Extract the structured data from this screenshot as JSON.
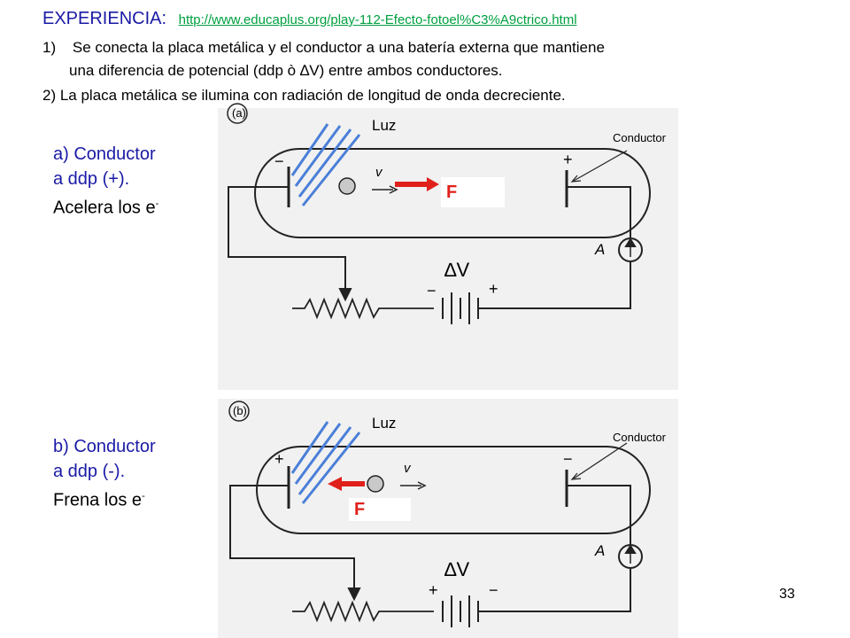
{
  "header": {
    "label": "EXPERIENCIA:",
    "link": "http://www.educaplus.org/play-112-Efecto-fotoel%C3%A9ctrico.html"
  },
  "steps": [
    {
      "num": "1)",
      "text": "Se conecta la placa metálica y el conductor a una batería externa que mantiene",
      "text2": "una diferencia de potencial (ddp ò ∆V) entre ambos conductores."
    },
    {
      "text": "2) La placa metálica se ilumina con radiación de longitud de onda decreciente."
    }
  ],
  "panel_a": {
    "line1": "a) Conductor",
    "line2": "a ddp (+).",
    "line3": "Acelera los e",
    "sup": "-",
    "tag": "(a)",
    "luz": "Luz",
    "conductor": "Conductor",
    "force": "F",
    "delta_v": "∆V",
    "ammeter": "A",
    "v": "v",
    "minus": "−",
    "plus": "+",
    "bat_minus": "−",
    "bat_plus": "+"
  },
  "panel_b": {
    "line1": "b) Conductor",
    "line2": "a ddp (-).",
    "line3": "Frena los e",
    "sup": "-",
    "tag": "(b)",
    "luz": "Luz",
    "conductor": "Conductor",
    "force": "F",
    "delta_v": "∆V",
    "ammeter": "A",
    "v": "v",
    "plus": "+",
    "minus": "−",
    "bat_plus": "+",
    "bat_minus": "−"
  },
  "page_number": "33",
  "colors": {
    "blue": "#1a1aa6",
    "link": "#00a040",
    "red": "#e0201b",
    "light": "#4a7fd8"
  }
}
